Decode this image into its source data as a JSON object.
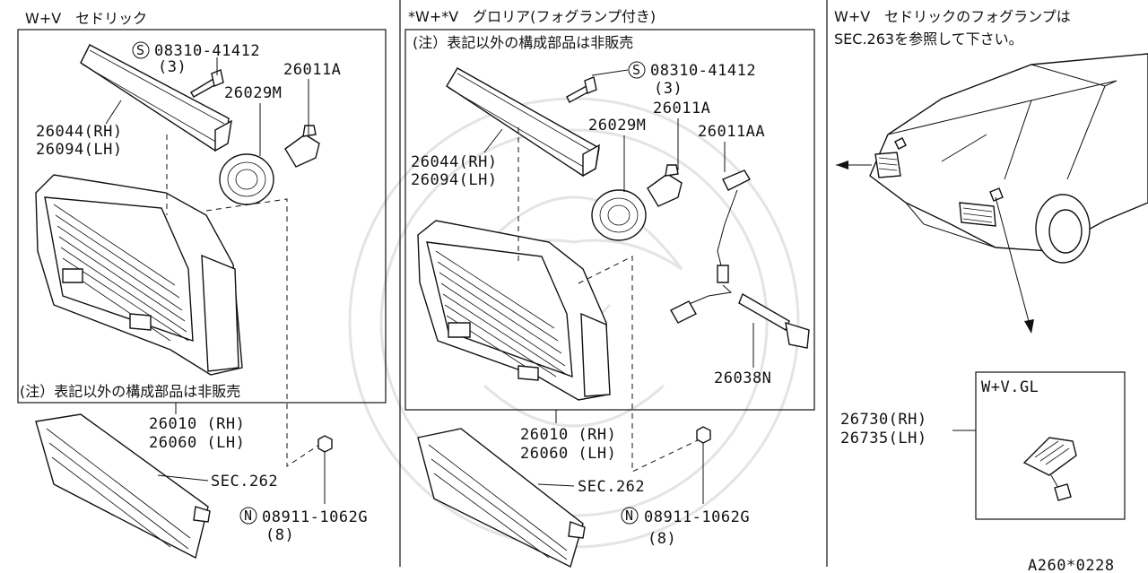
{
  "panels": {
    "left": {
      "title": "W+V　セドリック",
      "note": "(注）表記以外の構成部品は非販売",
      "parts": {
        "screw_code": "08310-41412",
        "screw_qty": "(3)",
        "screw_symbol": "S",
        "bulb": "26011A",
        "socket": "26029M",
        "bracket_rh": "26044(RH)",
        "bracket_lh": "26094(LH)",
        "lamp_rh": "26010 (RH)",
        "lamp_lh": "26060 (LH)",
        "sec": "SEC.262",
        "nut_symbol": "N",
        "nut_code": "08911-1062G",
        "nut_qty": "(8)"
      }
    },
    "middle": {
      "title": "*W+*V　グロリア(フォグランプ付き)",
      "note": "(注）表記以外の構成部品は非販売",
      "parts": {
        "screw_symbol": "S",
        "screw_code": "08310-41412",
        "screw_qty": "(3)",
        "bulb": "26011A",
        "socket": "26029M",
        "fog_bulb": "26011AA",
        "bracket_rh": "26044(RH)",
        "bracket_lh": "26094(LH)",
        "harness": "26038N",
        "lamp_rh": "26010 (RH)",
        "lamp_lh": "26060 (LH)",
        "sec": "SEC.262",
        "nut_symbol": "N",
        "nut_code": "08911-1062G",
        "nut_qty": "(8)"
      }
    },
    "right": {
      "note_line1": "W+V　セドリックのフォグランプは",
      "note_line2": "SEC.263を参照して下さい。",
      "inset_title": "W+V.GL",
      "marker_rh": "26730(RH)",
      "marker_lh": "26735(LH)"
    }
  },
  "footer": {
    "code": "A260*0228"
  }
}
